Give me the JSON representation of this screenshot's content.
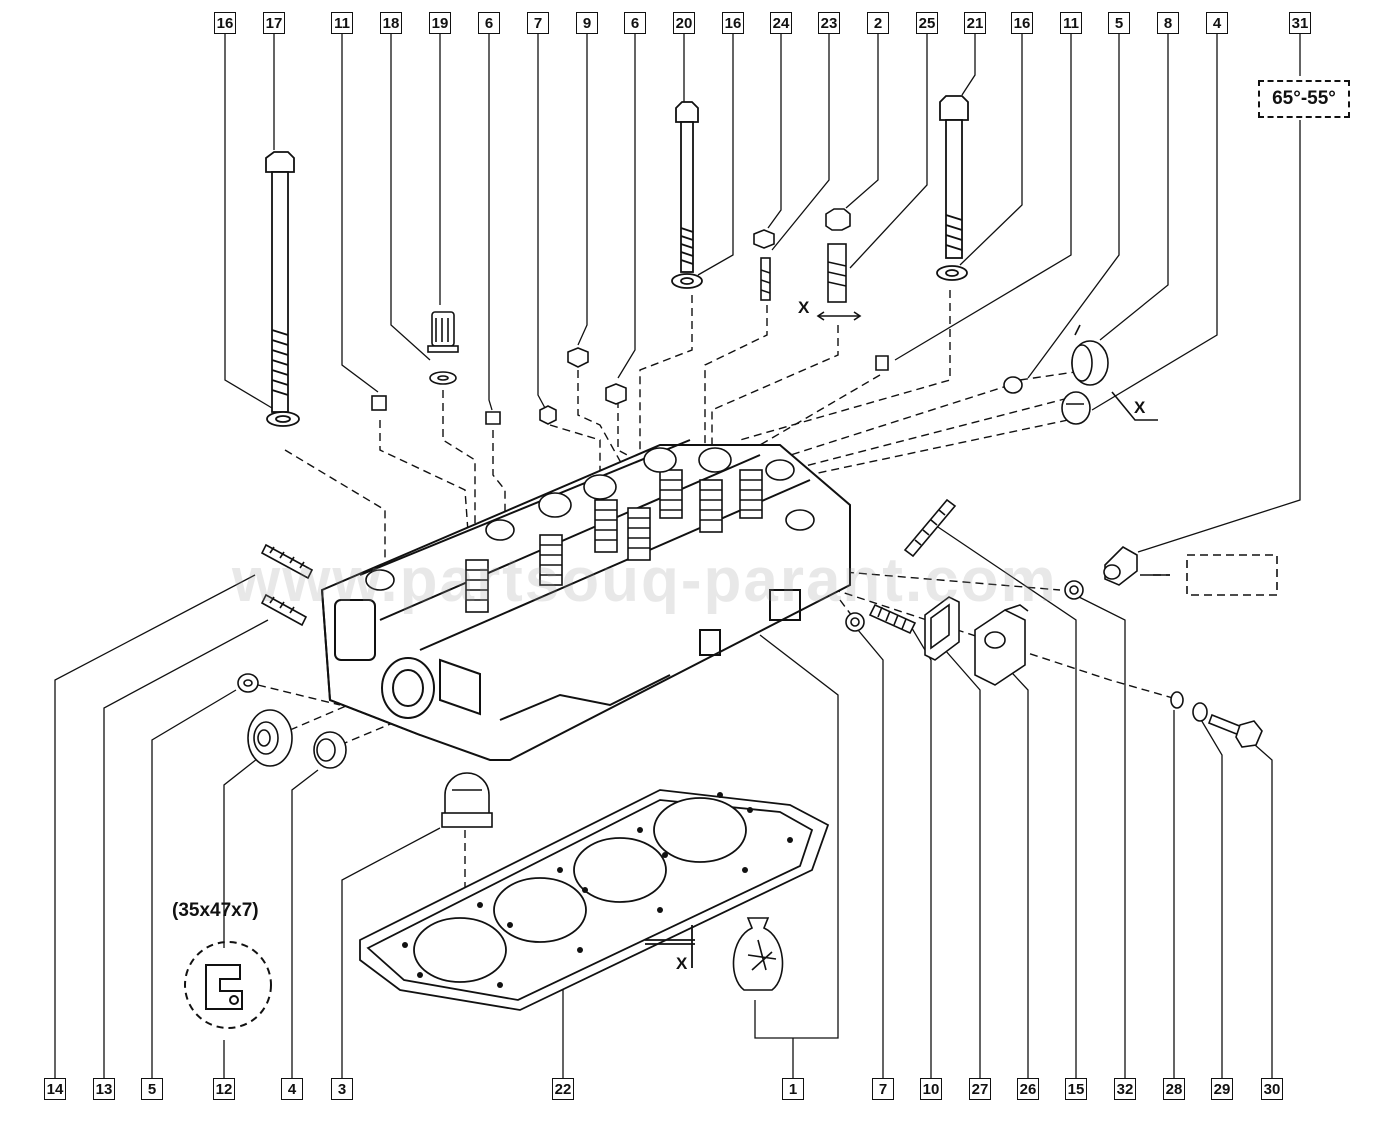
{
  "top_callouts": [
    "16",
    "17",
    "11",
    "18",
    "19",
    "6",
    "7",
    "9",
    "6",
    "20",
    "16",
    "24",
    "23",
    "2",
    "25",
    "21",
    "16",
    "11",
    "5",
    "8",
    "4",
    "31"
  ],
  "bottom_callouts": [
    "14",
    "13",
    "5",
    "12",
    "4",
    "3",
    "22",
    "1",
    "7",
    "10",
    "27",
    "26",
    "15",
    "32",
    "28",
    "29",
    "30"
  ],
  "notes": {
    "angle": "65°-55°",
    "seal_size": "(35x47x7)",
    "dim_x1": "X",
    "dim_x2": "X",
    "dim_x3": "X"
  },
  "watermark": "www.partsouq-parant.com"
}
